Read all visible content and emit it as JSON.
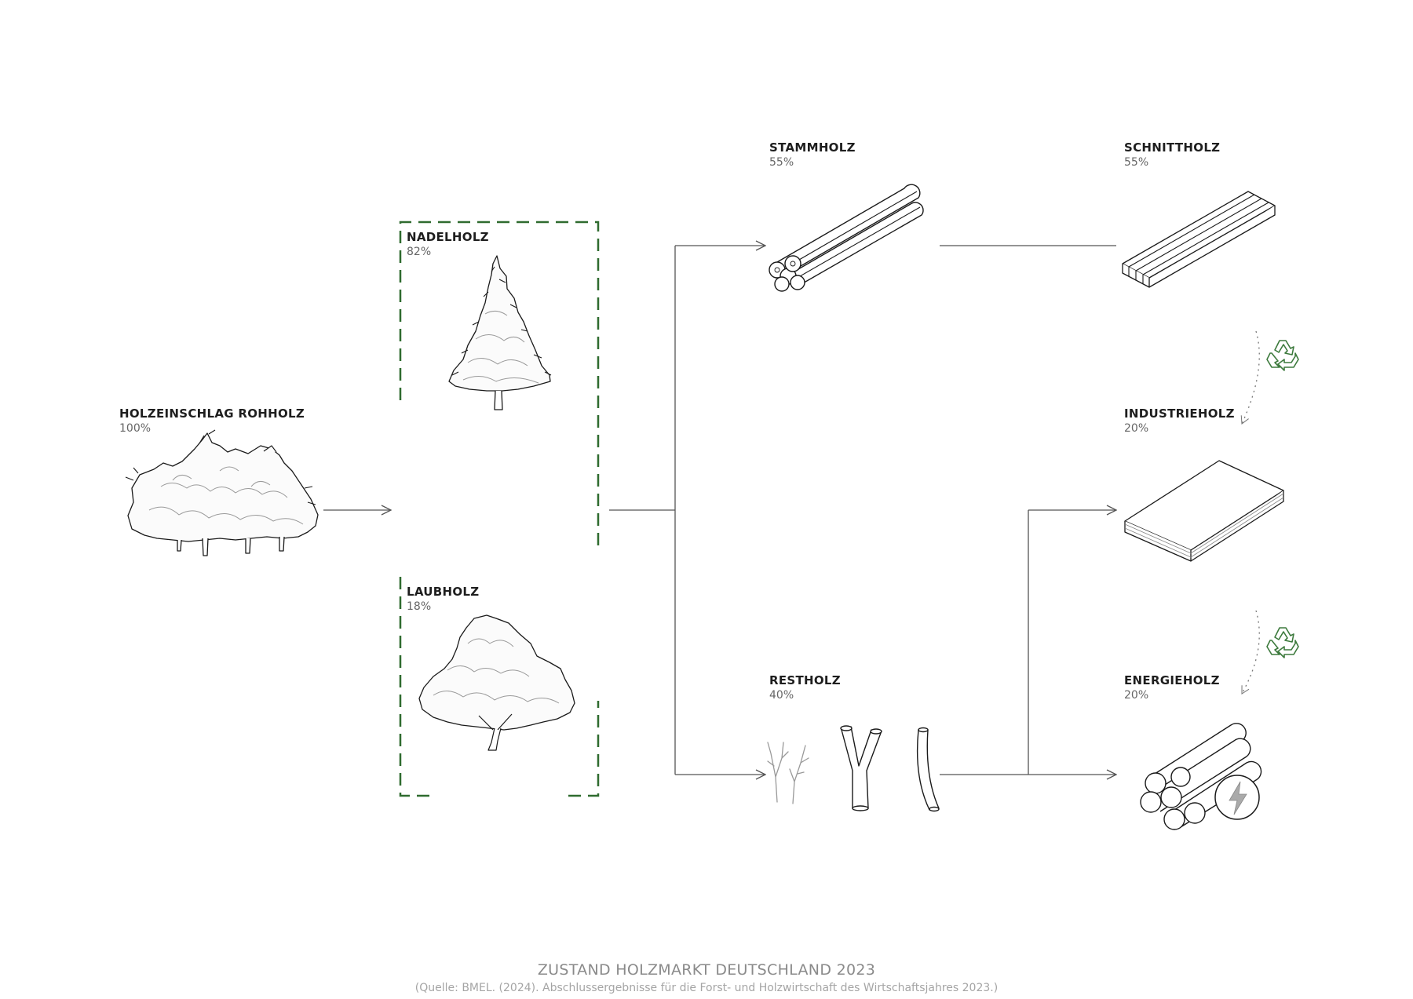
{
  "nodes": {
    "holzeinschlag": {
      "title": "HOLZEINSCHLAG ROHHOLZ",
      "pct": "100%"
    },
    "nadelholz": {
      "title": "NADELHOLZ",
      "pct": "82%"
    },
    "laubholz": {
      "title": "LAUBHOLZ",
      "pct": "18%"
    },
    "stammholz": {
      "title": "STAMMHOLZ",
      "pct": "55%"
    },
    "restholz": {
      "title": "RESTHOLZ",
      "pct": "40%"
    },
    "schnittholz": {
      "title": "SCHNITTHOLZ",
      "pct": "55%"
    },
    "industrieholz": {
      "title": "INDUSTRIEHOLZ",
      "pct": "20%"
    },
    "energieholz": {
      "title": "ENERGIEHOLZ",
      "pct": "20%"
    }
  },
  "icons": [
    "forest-icon",
    "conifer-tree-icon",
    "deciduous-tree-icon",
    "logs-bundle-icon",
    "branches-icon",
    "lumber-boards-icon",
    "recycle-icon",
    "panel-board-icon",
    "firewood-stack-icon",
    "lightning-icon"
  ],
  "colors": {
    "accent_green": "#2f6b2f",
    "line": "#555555",
    "footer_text": "#8a8a8a"
  },
  "footer": {
    "title": "ZUSTAND HOLZMARKT DEUTSCHLAND 2023",
    "source": "(Quelle: BMEL. (2024). Abschlussergebnisse für die Forst- und Holzwirtschaft des Wirtschaftsjahres 2023.)"
  }
}
